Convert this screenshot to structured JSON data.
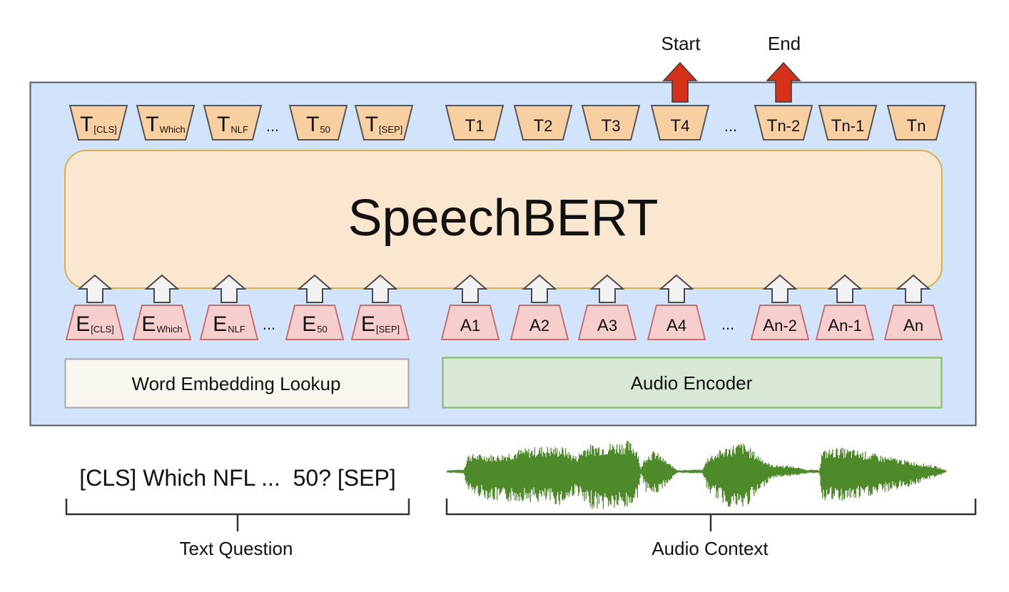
{
  "outputs": [
    {
      "label": "Start",
      "token_index": 3
    },
    {
      "label": "End",
      "token_index": 4
    }
  ],
  "model": {
    "title": "SpeechBERT"
  },
  "text_tokens": {
    "outputs": [
      {
        "main": "T",
        "sub": "[CLS]"
      },
      {
        "main": "T",
        "sub": "Which"
      },
      {
        "main": "T",
        "sub": "NLF"
      },
      {
        "main": "T",
        "sub": "50"
      },
      {
        "main": "T",
        "sub": "[SEP]"
      }
    ],
    "inputs": [
      {
        "main": "E",
        "sub": "[CLS]"
      },
      {
        "main": "E",
        "sub": "Which"
      },
      {
        "main": "E",
        "sub": "NLF"
      },
      {
        "main": "E",
        "sub": "50"
      },
      {
        "main": "E",
        "sub": "[SEP]"
      }
    ],
    "ellipsis": "..."
  },
  "audio_tokens": {
    "outputs_head": [
      {
        "main": "T",
        "sub": "1"
      },
      {
        "main": "T",
        "sub": "2"
      },
      {
        "main": "T",
        "sub": "3"
      },
      {
        "main": "T",
        "sub": "4"
      }
    ],
    "outputs_tail": [
      {
        "main": "T",
        "sub": "n-2"
      },
      {
        "main": "T",
        "sub": "n-1"
      },
      {
        "main": "T",
        "sub": "n"
      }
    ],
    "inputs_head": [
      {
        "main": "A",
        "sub": "1"
      },
      {
        "main": "A",
        "sub": "2"
      },
      {
        "main": "A",
        "sub": "3"
      },
      {
        "main": "A",
        "sub": "4"
      }
    ],
    "inputs_tail": [
      {
        "main": "A",
        "sub": "n-2"
      },
      {
        "main": "A",
        "sub": "n-1"
      },
      {
        "main": "A",
        "sub": "n"
      }
    ],
    "ellipsis": "..."
  },
  "encoders": {
    "word": "Word Embedding Lookup",
    "audio": "Audio Encoder"
  },
  "inputs": {
    "text_question": "[CLS] Which NFL ...  50? [SEP]",
    "text_label": "Text Question",
    "audio_label": "Audio Context"
  },
  "colors": {
    "outer_fill": "#d2e4fb",
    "outer_stroke": "#5a5a5a",
    "model_fill": "#fbe6cf",
    "model_stroke": "#d4b352",
    "t_fill": "#f8cfa0",
    "t_stroke": "#555555",
    "e_fill": "#f7cece",
    "e_stroke": "#c86e6e",
    "arrow_gray": "#f2f2f2",
    "arrow_red": "#d63118",
    "word_fill": "#f9f6ef",
    "word_stroke": "#a8a8a8",
    "audio_fill": "#d9e8d5",
    "audio_stroke": "#92bf7e",
    "waveform": "#4f8a2a"
  }
}
